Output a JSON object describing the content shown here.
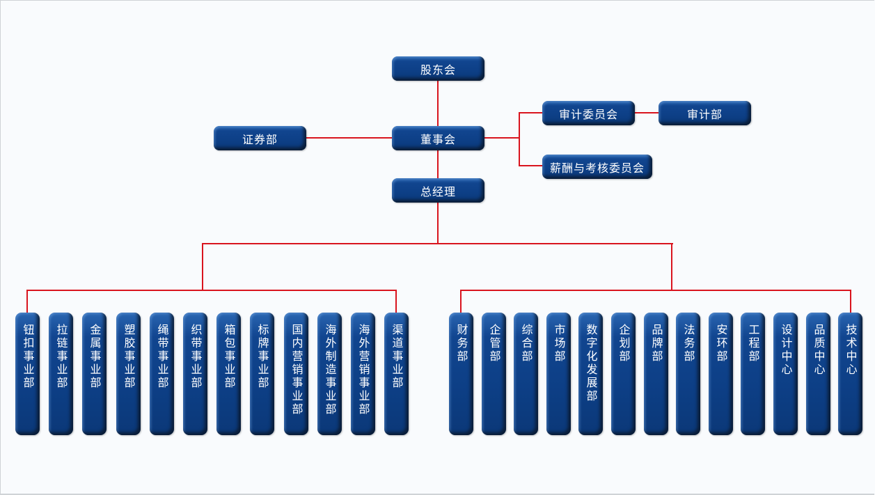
{
  "colors": {
    "box": "#0d3f86",
    "connector": "#d9141e",
    "text": "#ffffff"
  },
  "top": {
    "shareholders": "股东会",
    "board": "董事会",
    "securities": "证券部",
    "audit_committee": "审计委员会",
    "audit_dept": "审计部",
    "compensation_committee": "薪酬与考核委员会",
    "general_manager": "总经理"
  },
  "business_units": [
    "钮扣事业部",
    "拉链事业部",
    "金属事业部",
    "塑胶事业部",
    "绳带事业部",
    "织带事业部",
    "箱包事业部",
    "标牌事业部",
    "国内营销事业部",
    "海外制造事业部",
    "海外营销事业部",
    "渠道事业部"
  ],
  "functional_depts": [
    "财务部",
    "企管部",
    "综合部",
    "市场部",
    "数字化发展部",
    "企划部",
    "品牌部",
    "法务部",
    "安环部",
    "工程部",
    "设计中心",
    "品质中心",
    "技术中心"
  ]
}
